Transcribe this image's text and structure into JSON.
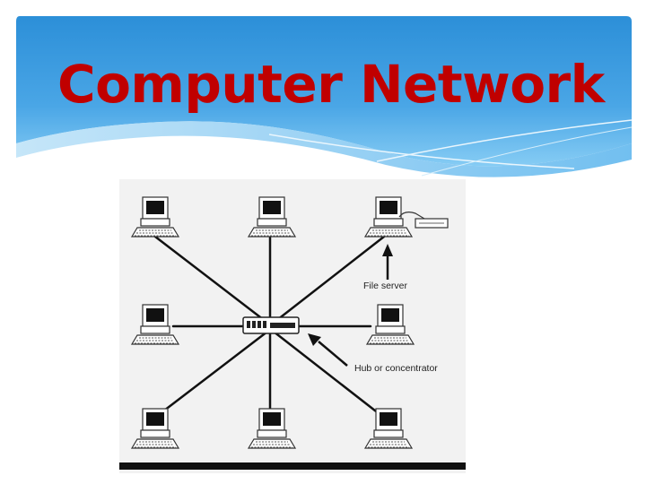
{
  "slide": {
    "title": "Computer Network",
    "colors": {
      "title": "#c00000",
      "header_top": "#2c8fd8",
      "header_bottom": "#86ccf4"
    }
  },
  "diagram": {
    "kind": "star-topology",
    "node_icon": "desktop-computer-icon",
    "hub_icon": "hub-device-icon",
    "server_icon": "file-server-icon",
    "labels": {
      "file_server": "File server",
      "hub": "Hub or concentrator"
    }
  }
}
